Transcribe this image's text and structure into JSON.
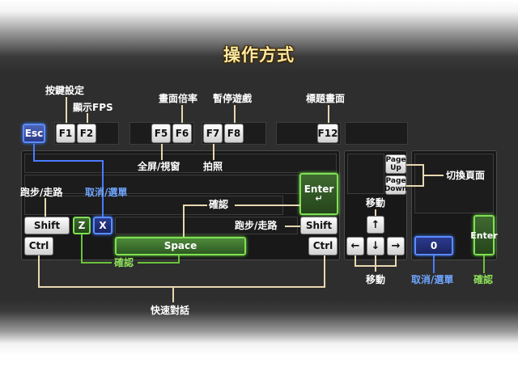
{
  "title": "操作方式",
  "labels": {
    "key_settings": "按鍵設定",
    "show_fps": "顯示FPS",
    "screen_scale": "畫面倍率",
    "pause": "暫停遊戲",
    "title_screen": "標題畫面",
    "fullscreen": "全屏/視窗",
    "screenshot": "拍照",
    "run_walk_left": "跑步/走路",
    "cancel_menu_left": "取消/選單",
    "confirm_top": "確認",
    "run_walk_right": "跑步/走路",
    "confirm_bottom": "確認",
    "quick_dialog": "快速對話",
    "move_top": "移動",
    "move_bottom": "移動",
    "page_switch": "切換頁面",
    "cancel_menu_right": "取消/選單",
    "confirm_right": "確認"
  },
  "keys": {
    "esc": "Esc",
    "f1": "F1",
    "f2": "F2",
    "f5": "F5",
    "f6": "F6",
    "f7": "F7",
    "f8": "F8",
    "f12": "F12",
    "enter": "Enter",
    "enter_arrow": "↵",
    "shift_left": "Shift",
    "z": "Z",
    "x": "X",
    "shift_right": "Shift",
    "ctrl_left": "Ctrl",
    "space": "Space",
    "ctrl_right": "Ctrl",
    "page_up": "Page\nUp",
    "page_down": "Page\nDown",
    "arrow_up": "↑",
    "arrow_left": "←",
    "arrow_down": "↓",
    "arrow_right": "→",
    "num_zero": "0",
    "num_enter": "Enter"
  },
  "colors": {
    "title": "#ffe9a0",
    "cancel_blue": "#5a8cff",
    "confirm_green": "#7ee052"
  }
}
